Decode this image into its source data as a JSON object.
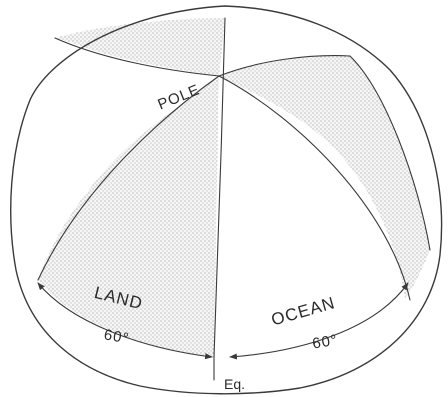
{
  "diagram": {
    "labels": {
      "pole": "POLE",
      "land": "LAND",
      "ocean": "OCEAN",
      "equator": "Eq.",
      "land_angle": "60°",
      "ocean_angle": "60°"
    },
    "colors": {
      "line": "#3a3a3a",
      "stipple": "#9a9a9a",
      "background": "#ffffff"
    }
  }
}
